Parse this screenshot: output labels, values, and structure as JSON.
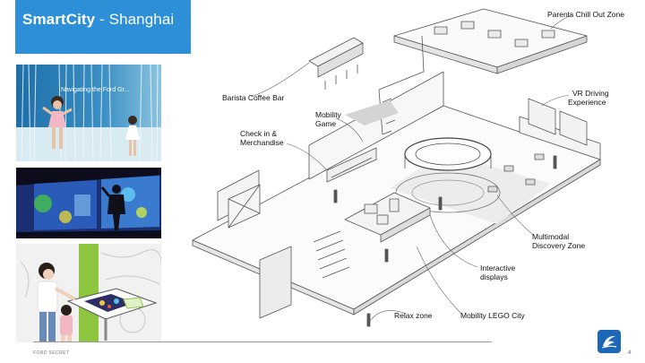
{
  "slide": {
    "title_part1": "Smart",
    "title_part2": "City",
    "title_part3": " - Shanghai",
    "footer": "FORD SECRET",
    "page_number": "4"
  },
  "photos": [
    {
      "id": "kids-light-installation",
      "sign_text": "Navigating the Ford Gr..."
    },
    {
      "id": "projection-wall",
      "sign_text": ""
    },
    {
      "id": "touch-table",
      "sign_text": ""
    }
  ],
  "callouts": {
    "parents": "Parents Chill Out Zone",
    "vr_line1": "VR Driving",
    "vr_line2": "Experience",
    "barista": "Barista Coffee Bar",
    "mobility_line1": "Mobility",
    "mobility_line2": "Game",
    "checkin_line1": "Check in &",
    "checkin_line2": "Merchandise",
    "multimodal_line1": "Multimodal",
    "multimodal_line2": "Discovery Zone",
    "interactive_line1": "Interactive",
    "interactive_line2": "displays",
    "relax": "Relax zone",
    "lego": "Mobility LEGO City"
  },
  "colors": {
    "title_bg": "#2c8fd8",
    "logo_blue": "#1d67b8"
  }
}
